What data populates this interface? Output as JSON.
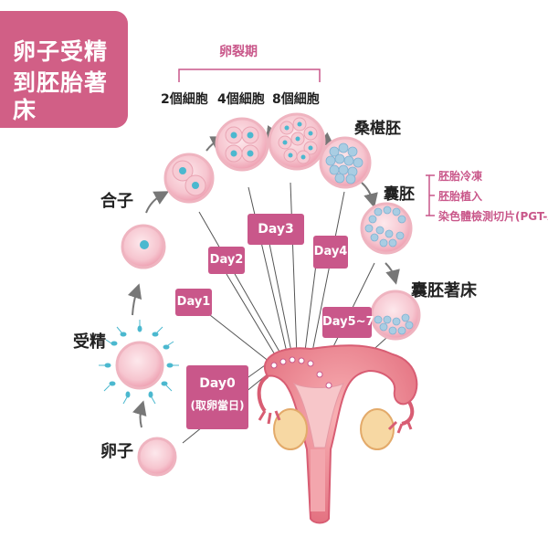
{
  "title": {
    "line1": "卵子受精",
    "line2": "到胚胎著床"
  },
  "cleavage": {
    "label": "卵裂期",
    "cells2": "2個細胞",
    "cells4": "4個細胞",
    "cells8": "8個細胞"
  },
  "stages": {
    "egg": "卵子",
    "fertilization": "受精",
    "zygote": "合子",
    "morula": "桑椹胚",
    "blastocyst": "囊胚",
    "implantation": "囊胚著床"
  },
  "blastocyst_options": [
    "胚胎冷凍",
    "胚胎植入",
    "染色體檢測切片(PGT-A)"
  ],
  "days": {
    "day0": {
      "line1": "Day0",
      "line2": "(取卵當日)"
    },
    "day1": "Day1",
    "day2": "Day2",
    "day3": "Day3",
    "day4": "Day4",
    "day57": "Day5~7"
  },
  "colors": {
    "brand": "#d15f86",
    "day_tag": "#c9578a",
    "cell": "#f4c6d0",
    "nucleus": "#4bb8cf",
    "uterus": "#e97b8c"
  }
}
